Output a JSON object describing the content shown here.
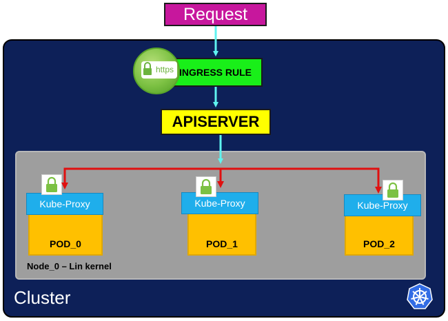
{
  "request": {
    "label": "Request"
  },
  "ingress": {
    "label": "INGRESS RULE",
    "badge_text": "https"
  },
  "apiserver": {
    "label": "APISERVER"
  },
  "cluster": {
    "label": "Cluster"
  },
  "node": {
    "label": "Node_0 – Lin kernel"
  },
  "pods": [
    {
      "pod_label": "POD_0",
      "proxy_label": "Kube-Proxy"
    },
    {
      "pod_label": "POD_1",
      "proxy_label": "Kube-Proxy"
    },
    {
      "pod_label": "POD_2",
      "proxy_label": "Kube-Proxy"
    }
  ],
  "colors": {
    "request": "#c7179d",
    "cluster": "#0d2058",
    "ingress": "#19ef19",
    "apiserver": "#ffff00",
    "node": "#9e9e9e",
    "pod": "#ffc000",
    "proxy": "#1faeeb",
    "flow_arrow": "#5ff3f0",
    "route_arrow": "#e01010"
  },
  "icons": [
    "lock-icon",
    "kubernetes-logo-icon"
  ]
}
